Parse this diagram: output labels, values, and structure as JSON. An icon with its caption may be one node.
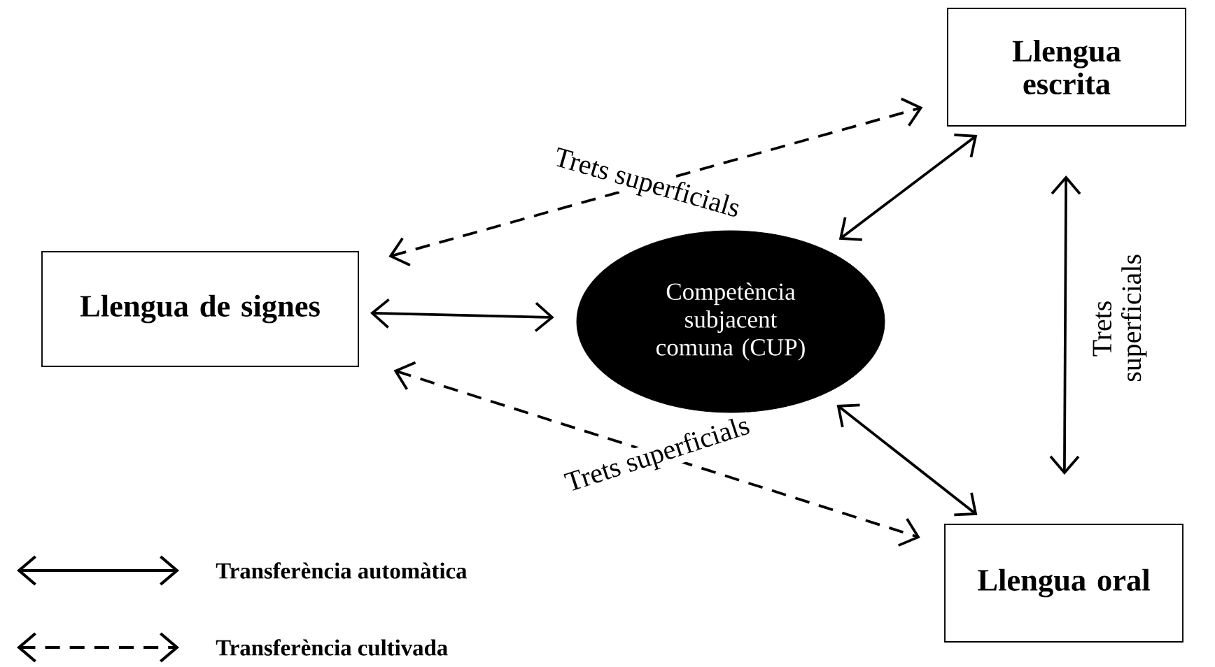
{
  "diagram": {
    "nodes": [
      {
        "text": [
          "Llengua escrita"
        ]
      },
      {
        "text": [
          "Llengua de signes"
        ]
      },
      {
        "text": [
          "Competència subjacent comuna (CUP)"
        ]
      },
      {
        "text": [
          "Llengua oral"
        ]
      }
    ],
    "edges": [
      {
        "from": 1,
        "to": 0,
        "arrow": "both",
        "style": "dashed",
        "label": "Trets superficials"
      },
      {
        "from": 1,
        "to": 2,
        "arrow": "both"
      },
      {
        "from": 2,
        "to": 0,
        "arrow": "both"
      },
      {
        "from": 0,
        "to": 3,
        "arrow": "both",
        "label": "Trets superficials"
      },
      {
        "from": 2,
        "to": 3,
        "arrow": "both"
      },
      {
        "from": 1,
        "to": 3,
        "arrow": "both",
        "style": "dashed",
        "label": "Trets superficials"
      }
    ],
    "legend": [
      {
        "text": "Transferència automàtica"
      },
      {
        "text": "Transferència cultivada"
      }
    ]
  }
}
